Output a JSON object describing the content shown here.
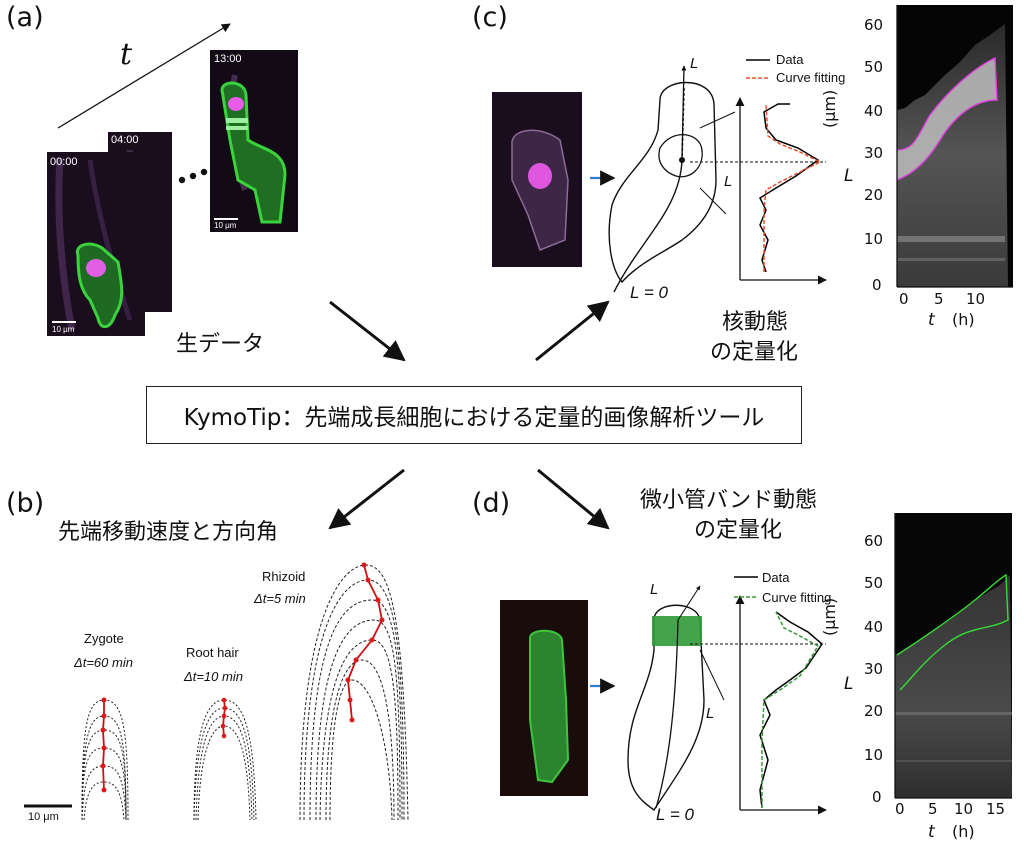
{
  "title_box": "KymoTip：先端成長細胞における定量的画像解析ツール",
  "panel_a": {
    "letter": "(a)",
    "time_axis": "t",
    "timestamps": [
      "00:00",
      "04:00",
      "13:00"
    ],
    "scalebar": "10 μm",
    "caption": "生データ"
  },
  "panel_b": {
    "letter": "(b)",
    "caption": "先端移動速度と方向角",
    "samples": [
      {
        "name": "Zygote",
        "dt": "Δt=60 min"
      },
      {
        "name": "Root hair",
        "dt": "Δt=10 min"
      },
      {
        "name": "Rhizoid",
        "dt": "Δt=5 min"
      }
    ],
    "scalebar": "10 μm"
  },
  "panel_c": {
    "letter": "(c)",
    "caption_line1": "核動態",
    "caption_line2": "の定量化",
    "axis_L": "L",
    "L_zero": "L = 0",
    "legend": [
      "Data",
      "Curve fitting"
    ],
    "fit_color": "#e8502a",
    "data_color": "#000000"
  },
  "panel_d": {
    "letter": "(d)",
    "caption_line1": "微小管バンド動態",
    "caption_line2": "の定量化",
    "axis_L": "L",
    "L_zero": "L = 0",
    "legend": [
      "Data",
      "Curve fitting"
    ],
    "fit_color": "#3a9a3a",
    "data_color": "#000000"
  },
  "kymograph_c": {
    "y_ticks": [
      "0",
      "10",
      "20",
      "30",
      "40",
      "50",
      "60"
    ],
    "x_ticks": [
      "0",
      "5",
      "10"
    ],
    "y_label": "L",
    "y_unit": "(μm)",
    "x_label": "t",
    "x_unit": "(h)",
    "outline_color": "#e040e0"
  },
  "kymograph_d": {
    "y_ticks": [
      "0",
      "10",
      "20",
      "30",
      "40",
      "50",
      "60"
    ],
    "x_ticks": [
      "0",
      "5",
      "10",
      "15"
    ],
    "y_label": "L",
    "y_unit": "(μm)",
    "x_label": "t",
    "x_unit": "(h)",
    "outline_color": "#33dd33"
  },
  "colors": {
    "membrane_green": "#2fc23a",
    "nucleus_magenta": "#d23ad2",
    "arrow_blue": "#2a7fd4"
  }
}
